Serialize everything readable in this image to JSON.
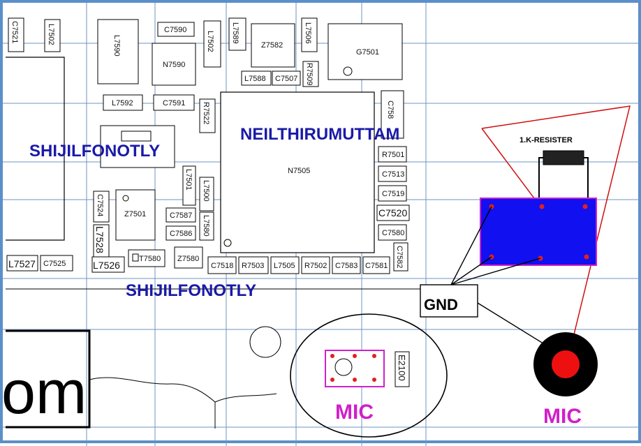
{
  "labels": {
    "watermark_1": "SHIJILFONOTLY",
    "watermark_2": "SHIJILFONOTLY",
    "author": "NEILTHIRUMUTTAM",
    "resistor": "1.K-RESISTER",
    "gnd": "GND",
    "mic_left": "MIC",
    "mic_right": "MIC",
    "partial_text": "om"
  },
  "components": {
    "c7521": "C7521",
    "l7502s": "L7502",
    "l7590": "L7590",
    "c7590": "C7590",
    "n7590": "N7590",
    "l7502": "L7502",
    "l7589": "L7589",
    "z7582": "Z7582",
    "l7506": "L7506",
    "g7501": "G7501",
    "l7588": "L7588",
    "c7507": "C7507",
    "r7509": "R7509",
    "l7592": "L7592",
    "c7591": "C7591",
    "r7522": "R7522",
    "c758": "C758",
    "n7505": "N7505",
    "r7501": "R7501",
    "c7513": "C7513",
    "c7519": "C7519",
    "c7520": "C7520",
    "c7580": "C7580",
    "c7582": "C7582",
    "l7501": "L7501",
    "l7500": "L7500",
    "l7580": "L7580",
    "c7524": "C7524",
    "z7501": "Z7501",
    "c7587": "C7587",
    "c7586": "C7586",
    "l7528": "L7528",
    "l7527": "L7527",
    "c7525": "C7525",
    "l7526": "L7526",
    "t7580": "T7580",
    "z7580": "Z7580",
    "c7518": "C7518",
    "r7503": "R7503",
    "l7505": "L7505",
    "r7502": "R7502",
    "c7583": "C7583",
    "c7581": "C7581",
    "e2100": "E2100"
  },
  "colors": {
    "frame": "#5b8fc9",
    "grid": "#6c95c2",
    "watermark": "#1a1aa8",
    "mic_label": "#d020c8",
    "module_fill": "#1010f0",
    "module_border": "#d020c8",
    "pad": "#e02020",
    "wire_red": "#d01010"
  }
}
